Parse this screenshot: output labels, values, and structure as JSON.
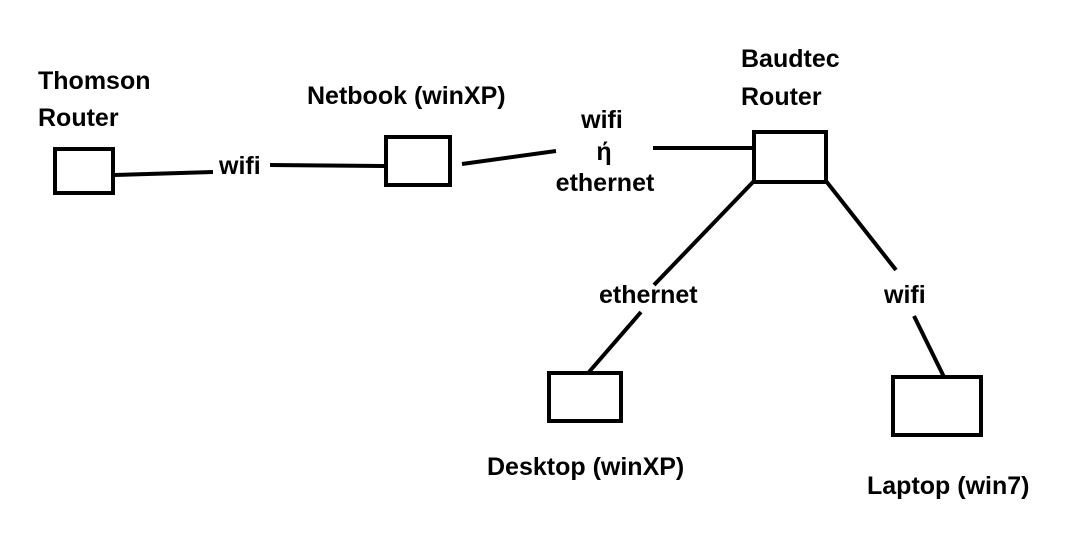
{
  "colors": {
    "background": "#ffffff",
    "ink": "#000000"
  },
  "nodes": {
    "thomson_router": {
      "line1": "Thomson",
      "line2": "Router"
    },
    "netbook": {
      "label": "Netbook (winXP)"
    },
    "baudtec_router": {
      "line1": "Baudtec",
      "line2": "Router"
    },
    "desktop": {
      "label": "Desktop (winXP)"
    },
    "laptop": {
      "label": "Laptop (win7)"
    }
  },
  "links": {
    "thomson_netbook": {
      "label": "wifi"
    },
    "netbook_baudtec": {
      "line1": "wifi",
      "line2": "ή",
      "line3": "ethernet"
    },
    "baudtec_desktop": {
      "label": "ethernet"
    },
    "baudtec_laptop": {
      "label": "wifi"
    }
  }
}
